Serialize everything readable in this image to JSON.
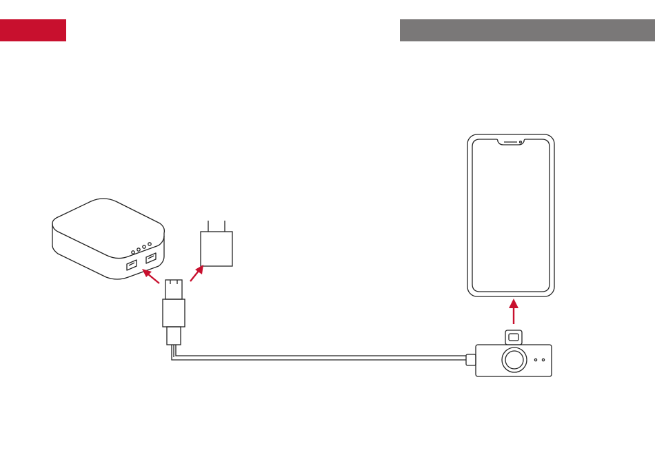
{
  "header": {
    "left_tab_text": "",
    "right_bar_text": ""
  },
  "colors": {
    "accent_red": "#c8102e",
    "header_gray": "#7a7878",
    "line": "#222222",
    "arrow": "#c8102e"
  },
  "diagram": {
    "components": [
      {
        "name": "power-bank",
        "icon": "power-bank-icon"
      },
      {
        "name": "wall-adapter",
        "icon": "wall-adapter-icon"
      },
      {
        "name": "usb-cable-connector",
        "icon": "usb-connector-icon"
      },
      {
        "name": "receiver-dongle",
        "icon": "usb-c-receiver-icon"
      },
      {
        "name": "smartphone",
        "icon": "smartphone-icon"
      }
    ],
    "arrows": [
      "to-power-bank",
      "to-wall-adapter",
      "to-smartphone"
    ]
  }
}
